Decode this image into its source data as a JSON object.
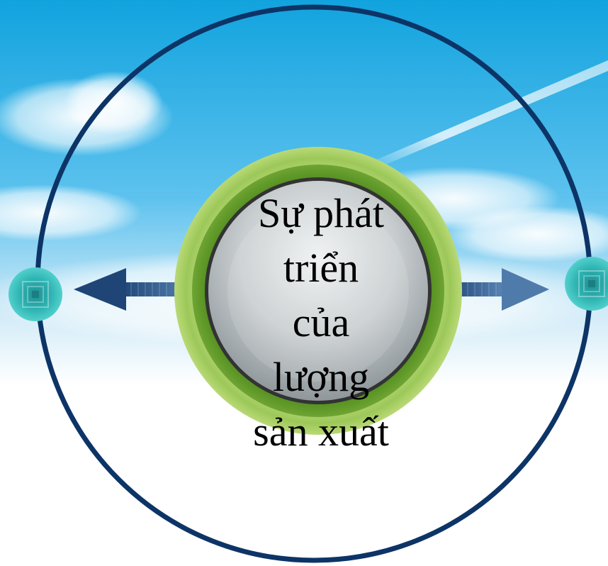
{
  "diagram": {
    "center_text_lines": [
      "Sự phát",
      "triển",
      "của",
      "lượng",
      "sản xuất"
    ],
    "icons": {
      "left_node": "teal-square-node-icon",
      "right_node": "teal-square-node-icon",
      "left_arrow": "arrow-left-icon",
      "right_arrow": "arrow-right-icon"
    },
    "colors": {
      "outer_ring": "#0d3466",
      "arrow": "#2b5688",
      "node": "#2fb5b4",
      "green_ring": "#7db73d",
      "center_disk": "#c9ced0",
      "sky_top": "#17a7e0"
    }
  }
}
